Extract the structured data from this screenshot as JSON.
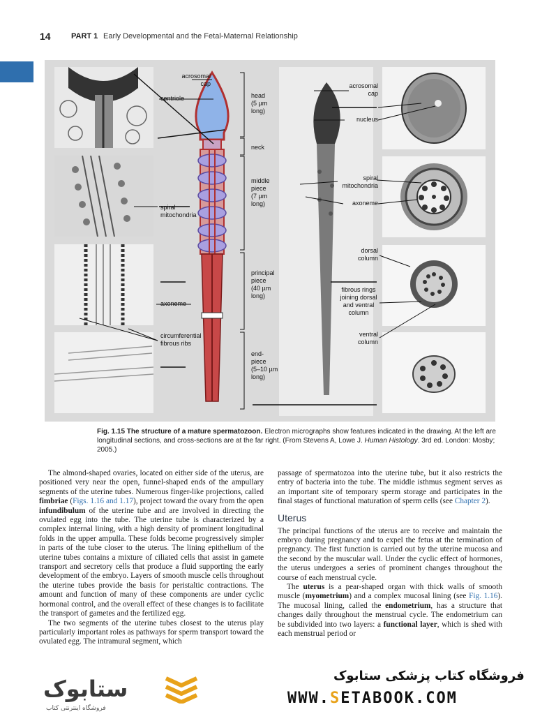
{
  "header": {
    "page_number": "14",
    "part": "PART 1",
    "part_title": "Early Developmental and the Fetal-Maternal Relationship"
  },
  "figure": {
    "labels": {
      "acrosomal_cap_left": "acrosomal\ncap",
      "centriole": "centriole",
      "head": "head\n(5 µm\nlong)",
      "neck": "neck",
      "middle_piece": "middle\npiece\n(7 µm\nlong)",
      "spiral_mitochondria_left": "spiral\nmitochondria",
      "principal_piece": "principal\npiece\n(40 µm\nlong)",
      "axoneme_left": "axoneme",
      "circumferential": "circumferential\nfibrous ribs",
      "end_piece": "end-\npiece\n(5–10 µm\nlong)",
      "acrosomal_cap_right": "acrosomal\ncap",
      "nucleus": "nucleus",
      "spiral_mitochondria_right": "spiral\nmitochondria",
      "axoneme_right": "axoneme",
      "dorsal_column": "dorsal\ncolumn",
      "fibrous_rings": "fibrous rings\njoining dorsal\nand ventral\ncolumn",
      "ventral_column": "ventral\ncolumn"
    }
  },
  "caption": {
    "label": "Fig. 1.15",
    "title": "The structure of a mature spermatozoon.",
    "text": "Electron micrographs show features indicated in the drawing. At the left are longitudinal sections, and cross-sections are at the far right. (From Stevens A, Lowe J.",
    "source_italic": "Human Histology",
    "source_rest": ". 3rd ed. London: Mosby; 2005.)"
  },
  "left_column": {
    "p1_a": "The almond-shaped ovaries, located on either side of the uterus, are positioned very near the open, funnel-shaped ends of the ampullary segments of the uterine tubes. Numerous finger-like projections, called ",
    "p1_b1": "fimbriae",
    "p1_ref": "Figs. 1.16 and 1.17",
    "p1_c": "), project toward the ovary from the open ",
    "p1_b2": "infundibulum",
    "p1_d": " of the uterine tube and are involved in directing the ovulated egg into the tube. The uterine tube is characterized by a complex internal lining, with a high density of prominent longitudinal folds in the upper ampulla. These folds become progressively simpler in parts of the tube closer to the uterus. The lining epithelium of the uterine tubes contains a mixture of ciliated cells that assist in gamete transport and secretory cells that produce a fluid supporting the early development of the embryo. Layers of smooth muscle cells throughout the uterine tubes provide the basis for peristaltic contractions. The amount and function of many of these components are under cyclic hormonal control, and the overall effect of these changes is to facilitate the transport of gametes and the fertilized egg.",
    "p2": "The two segments of the uterine tubes closest to the uterus play particularly important roles as pathways for sperm transport toward the ovulated egg. The intramural segment, which"
  },
  "right_column": {
    "p1_a": "passage of spermatozoa into the uterine tube, but it also restricts the entry of bacteria into the tube. The middle isthmus segment serves as an important site of temporary sperm storage and participates in the final stages of functional maturation of sperm cells (see ",
    "p1_ref": "Chapter 2",
    "p1_b": ").",
    "heading": "Uterus",
    "p2": "The principal functions of the uterus are to receive and maintain the embryo during pregnancy and to expel the fetus at the termination of pregnancy. The first function is carried out by the uterine mucosa and the second by the muscular wall. Under the cyclic effect of hormones, the uterus undergoes a series of prominent changes throughout the course of each menstrual cycle.",
    "p3_a": "The ",
    "p3_b1": "uterus",
    "p3_c": " is a pear-shaped organ with thick walls of smooth muscle (",
    "p3_b2": "myometrium",
    "p3_d": ") and a complex mucosal lining (see ",
    "p3_ref": "Fig. 1.16",
    "p3_e": "). The mucosal lining, called the ",
    "p3_b3": "endometrium",
    "p3_f": ", has a structure that changes daily throughout the menstrual cycle. The endometrium can be subdivided into two layers: a ",
    "p3_b4": "functional layer",
    "p3_g": ", which is shed with each menstrual period or"
  },
  "footer": {
    "logo": "ستابوک",
    "logo_sub": "فروشگاه اینترنتی کتاب",
    "store_name": "فروشگاه کتاب پزشکی ستابوک",
    "url_a": "WWW.",
    "url_hl": "S",
    "url_b": "ETABOOK.COM"
  }
}
